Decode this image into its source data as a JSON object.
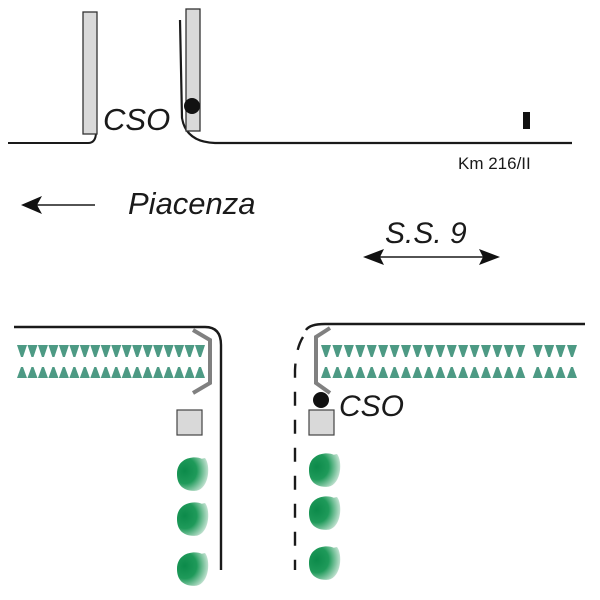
{
  "diagram": {
    "labels": {
      "cso_top": "CSO",
      "cso_bottom": "CSO",
      "km": "Km 216/II",
      "direction": "Piacenza",
      "road": "S.S. 9"
    },
    "colors": {
      "line": "#1a1a1a",
      "barrier_fill": "#d9d9d9",
      "guardrail": "#808080",
      "hedge": "#4d9a84",
      "tree_dark": "#0c8a4a",
      "tree_light": "#e8f2ec"
    },
    "hedge_rows": {
      "left_count": 18,
      "right_count": 22
    },
    "trees_per_side": 3
  }
}
